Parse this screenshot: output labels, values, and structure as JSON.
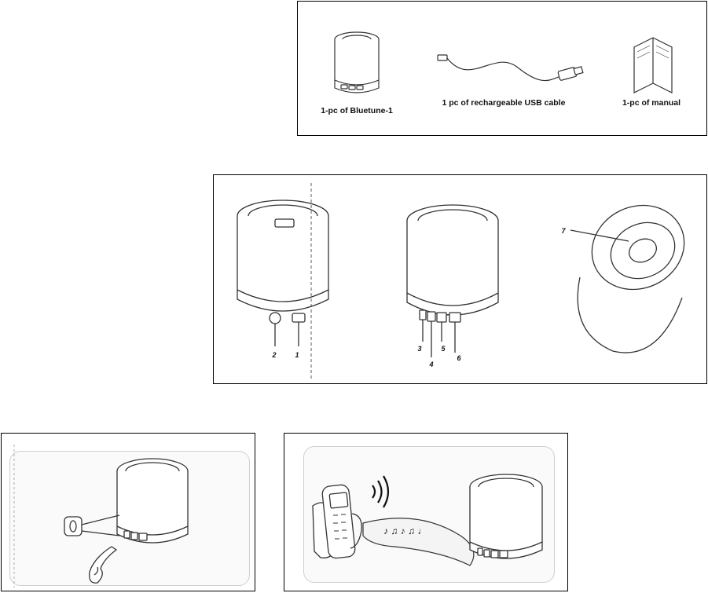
{
  "package_contents": {
    "items": [
      {
        "icon": "speaker-icon",
        "caption": "1-pc of Bluetune-1"
      },
      {
        "icon": "usb-cable-icon",
        "caption": "1 pc of rechargeable USB cable"
      },
      {
        "icon": "manual-icon",
        "caption": "1-pc of manual"
      }
    ]
  },
  "parts_diagram": {
    "callouts": [
      "1",
      "2",
      "3",
      "4",
      "5",
      "6",
      "7"
    ]
  },
  "usage": {
    "power_on_illustration": {
      "icon": "finger-press-icon"
    },
    "pairing_illustration": {
      "icons": [
        "mobile-phone-icon",
        "wireless-signal-icon",
        "music-notes-icon",
        "speaker-icon"
      ]
    }
  },
  "colors": {
    "border": "#000000",
    "line": "#333333",
    "panel_inner": "#fafafa"
  }
}
